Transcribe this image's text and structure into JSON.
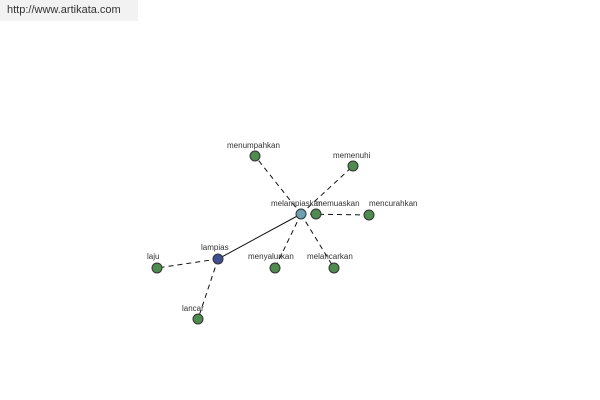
{
  "url": "http://www.artikata.com",
  "colors": {
    "center": "#6f9fb0",
    "primary": "#3f4f8f",
    "leaf": "#4f8a4f"
  },
  "graph": {
    "nodes": [
      {
        "id": "melampiaskan",
        "label": "melampiaskan",
        "kind": "center"
      },
      {
        "id": "lampias",
        "label": "lampias",
        "kind": "primary"
      },
      {
        "id": "laju",
        "label": "laju",
        "kind": "leaf"
      },
      {
        "id": "lancar",
        "label": "lancar",
        "kind": "leaf"
      },
      {
        "id": "menumpahkan",
        "label": "menumpahkan",
        "kind": "leaf"
      },
      {
        "id": "memenuhi",
        "label": "memenuhi",
        "kind": "leaf"
      },
      {
        "id": "memuaskan",
        "label": "memuaskan",
        "kind": "leaf"
      },
      {
        "id": "mencurahkan",
        "label": "mencurahkan",
        "kind": "leaf"
      },
      {
        "id": "menyalurkan",
        "label": "menyalurkan",
        "kind": "leaf"
      },
      {
        "id": "melancarkan",
        "label": "melancarkan",
        "kind": "leaf"
      }
    ],
    "edges": [
      {
        "from": "melampiaskan",
        "to": "lampias",
        "style": "solid"
      },
      {
        "from": "lampias",
        "to": "laju",
        "style": "dashed"
      },
      {
        "from": "lampias",
        "to": "lancar",
        "style": "dashed"
      },
      {
        "from": "melampiaskan",
        "to": "menumpahkan",
        "style": "dashed"
      },
      {
        "from": "melampiaskan",
        "to": "memenuhi",
        "style": "dashed"
      },
      {
        "from": "melampiaskan",
        "to": "mencurahkan",
        "style": "dashed"
      },
      {
        "from": "melampiaskan",
        "to": "menyalurkan",
        "style": "dashed"
      },
      {
        "from": "melampiaskan",
        "to": "melancarkan",
        "style": "dashed"
      }
    ]
  }
}
